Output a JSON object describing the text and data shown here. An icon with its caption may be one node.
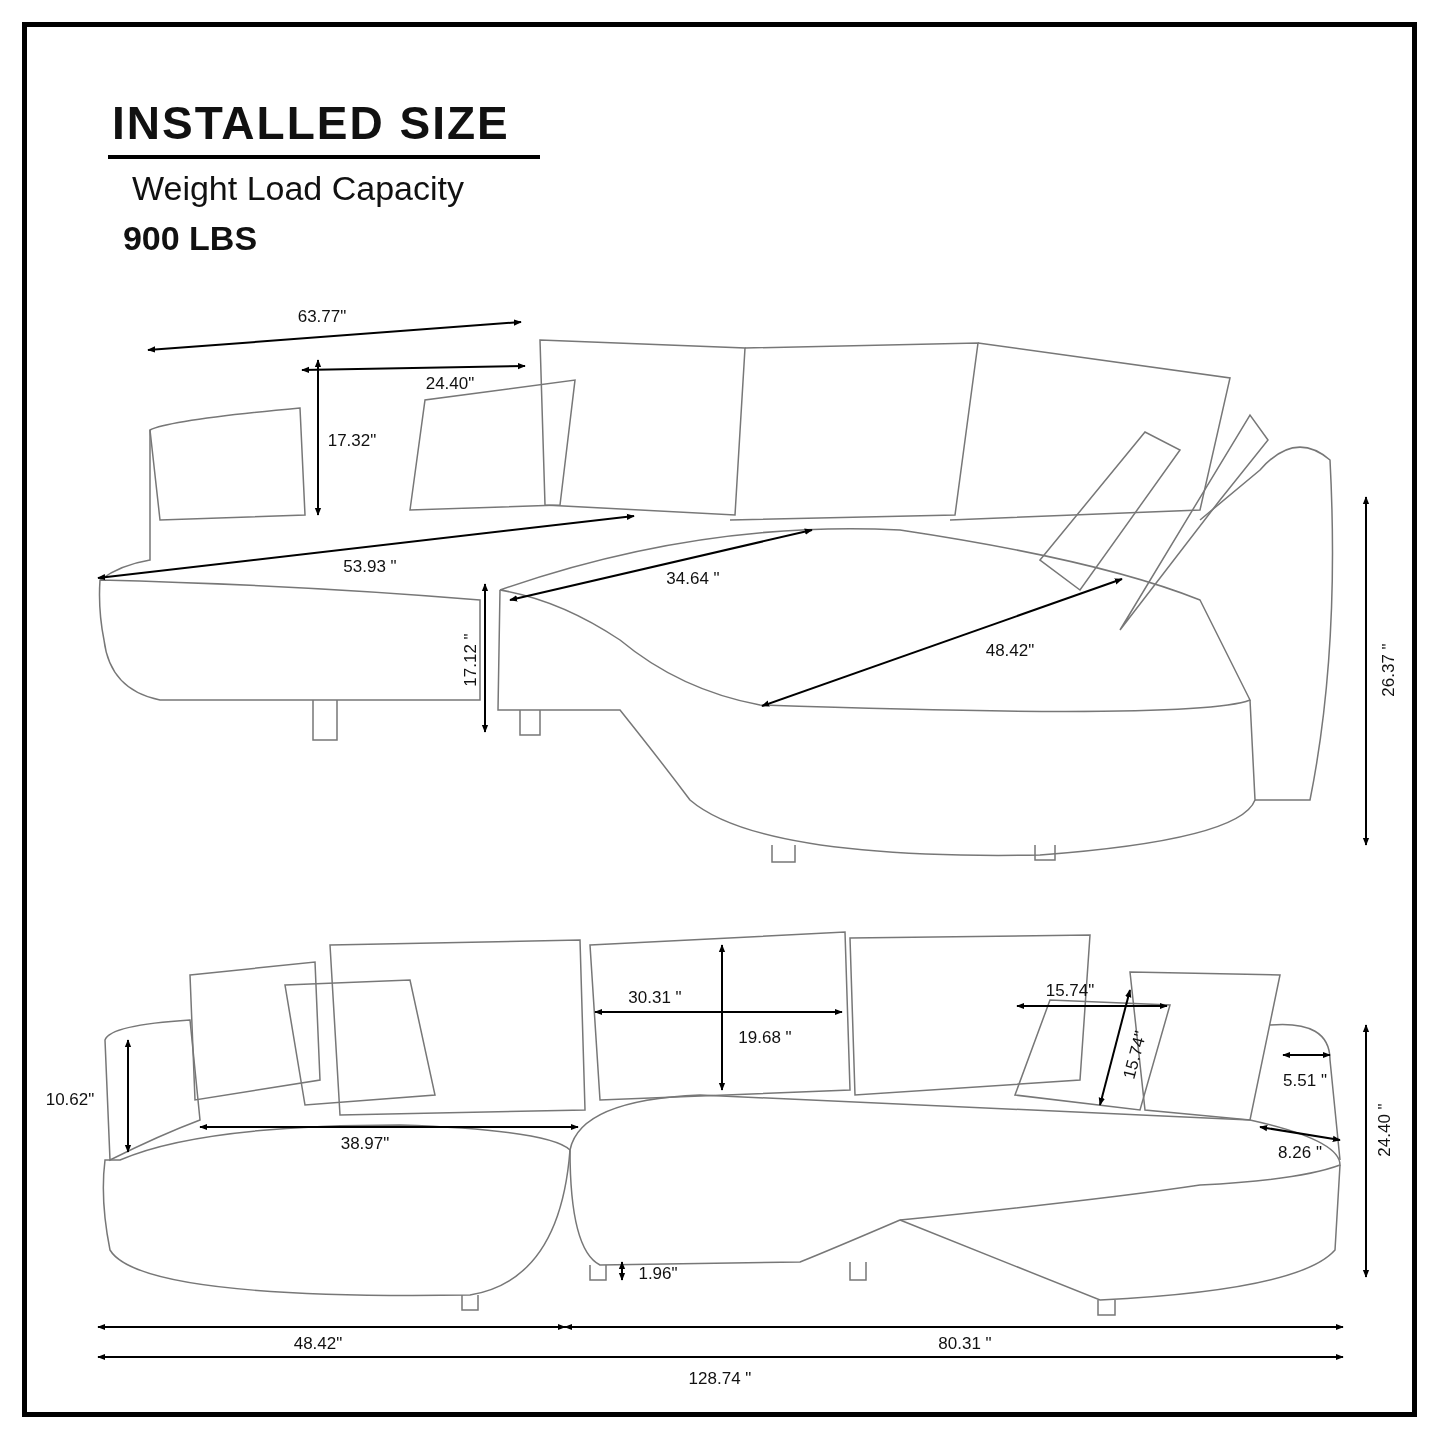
{
  "diagram": {
    "title": "INSTALLED SIZE",
    "labels": [
      "Weight Load Capacity",
      "900 LBS",
      "63.77\"",
      "24.40\"",
      "17.32\"",
      "53.93 \"",
      "34.64 \"",
      "17.12 \"",
      "48.42\"",
      "26.37 \"",
      "30.31 \"",
      "15.74\"",
      "19.68 \"",
      "15.74\"",
      "10.62\"",
      "5.51 \"",
      "38.97\"",
      "8.26 \"",
      "24.40 \"",
      "1.96\"",
      "48.42\"",
      "80.31 \"",
      "128.74 \""
    ]
  }
}
